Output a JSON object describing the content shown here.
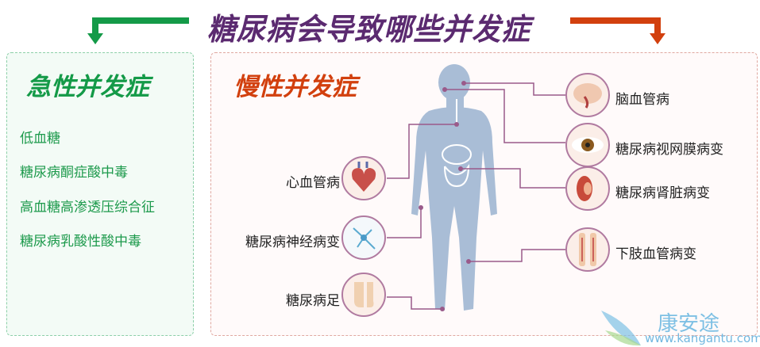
{
  "title": "糖尿病会导致哪些并发症",
  "colors": {
    "title": "#5b2a70",
    "acute": "#149a48",
    "chronic": "#d2400e",
    "body": "#a9bdd6",
    "connector": "#9a5a8a"
  },
  "acute": {
    "title": "急性并发症",
    "items": [
      "低血糖",
      "糖尿病酮症酸中毒",
      "高血糖高渗透压综合征",
      "糖尿病乳酸性酸中毒"
    ]
  },
  "chronic": {
    "title": "慢性并发症",
    "right": [
      "脑血管病",
      "糖尿病视网膜病变",
      "糖尿病肾脏病变",
      "下肢血管病变"
    ],
    "left": [
      "心血管病",
      "糖尿病神经病变",
      "糖尿病足"
    ]
  },
  "watermark": {
    "name": "康安途",
    "url": "www.kangantu.com"
  }
}
